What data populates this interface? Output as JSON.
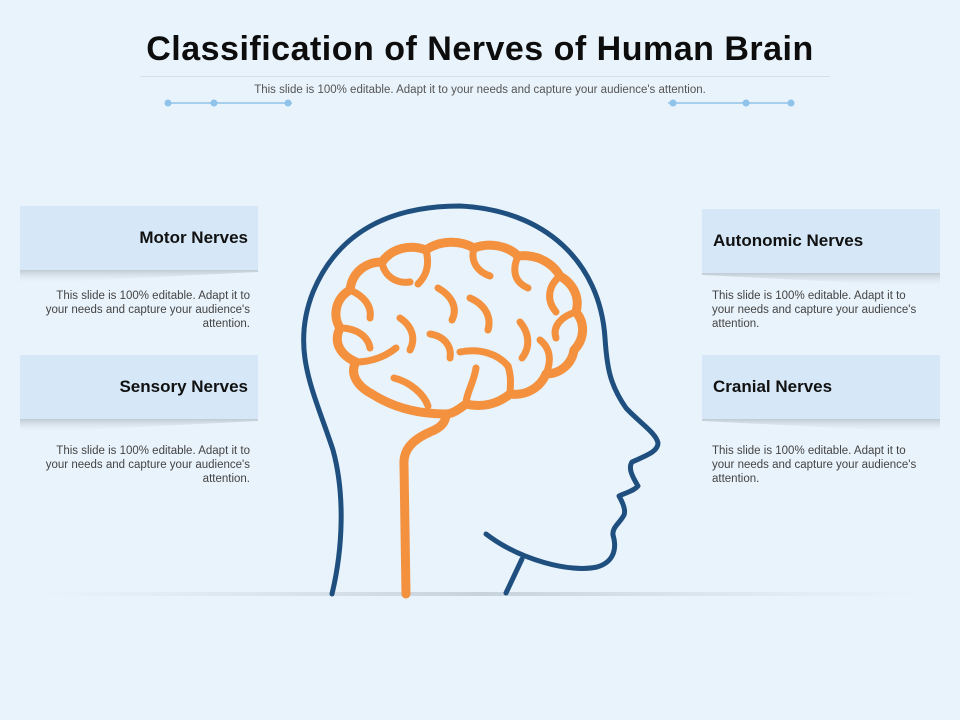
{
  "slide": {
    "title": "Classification of Nerves of Human Brain",
    "subtitle": "This slide is 100% editable. Adapt it to your needs and capture your audience's attention."
  },
  "items": [
    {
      "label": "Motor Nerves",
      "desc": "This slide is 100% editable. Adapt it to your needs and capture your audience's attention."
    },
    {
      "label": "Sensory Nerves",
      "desc": "This slide is 100% editable. Adapt it to your needs and capture your audience's attention."
    },
    {
      "label": "Autonomic Nerves",
      "desc": "This slide is 100% editable. Adapt it to your needs and capture your audience's attention."
    },
    {
      "label": "Cranial Nerves",
      "desc": "This slide is 100% editable. Adapt it to your needs and capture your audience's attention."
    }
  ],
  "colors": {
    "background": "#e9f3fb",
    "label_box": "#d6e8f7",
    "head_outline": "#1f4f7f",
    "brain": "#f3913f",
    "accent_dots": "#8fc3ea"
  },
  "icons": [
    "head-outline-icon",
    "brain-icon"
  ]
}
